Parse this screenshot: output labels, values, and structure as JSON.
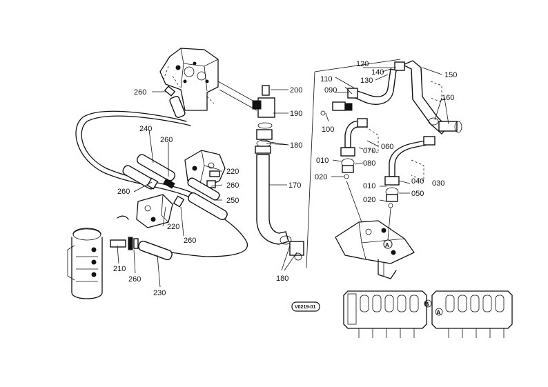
{
  "diagram_code": "V0219-01",
  "part_labels": {
    "p010a": "010",
    "p010b": "010",
    "p020a": "020",
    "p020b": "020",
    "p030": "030",
    "p040": "040",
    "p050": "050",
    "p060": "060",
    "p070": "070",
    "p080": "080",
    "p090": "090",
    "p100": "100",
    "p110": "110",
    "p120": "120",
    "p130": "130",
    "p140": "140",
    "p150": "150",
    "p160": "160",
    "p170": "170",
    "p180a": "180",
    "p180b": "180",
    "p190": "190",
    "p200": "200",
    "p210": "210",
    "p220a": "220",
    "p220b": "220",
    "p230": "230",
    "p240": "240",
    "p250": "250",
    "p260a": "260",
    "p260b": "260",
    "p260c": "260",
    "p260d": "260",
    "p260e": "260",
    "p260f": "260"
  },
  "callouts": {
    "section_a": "A",
    "section_b": "B"
  }
}
